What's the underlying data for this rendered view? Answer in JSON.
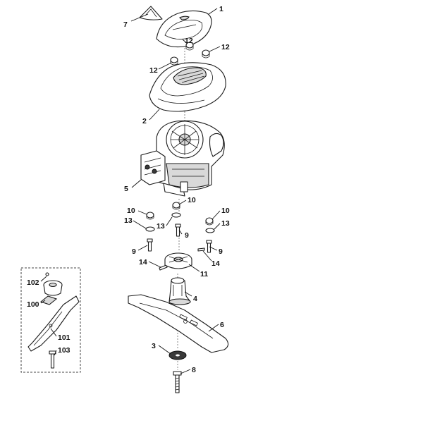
{
  "labels": {
    "p1": "1",
    "p7": "7",
    "p12a": "12",
    "p12b": "12",
    "p12c": "12",
    "p2": "2",
    "p5": "5",
    "p10a": "10",
    "p10b": "10",
    "p10c": "10",
    "p13a": "13",
    "p13b": "13",
    "p13c": "13",
    "p9a": "9",
    "p9b": "9",
    "p9c": "9",
    "p14a": "14",
    "p14b": "14",
    "p11": "11",
    "p4": "4",
    "p6": "6",
    "p3": "3",
    "p8": "8",
    "p102": "102",
    "p100": "100",
    "p101": "101",
    "p103": "103"
  }
}
